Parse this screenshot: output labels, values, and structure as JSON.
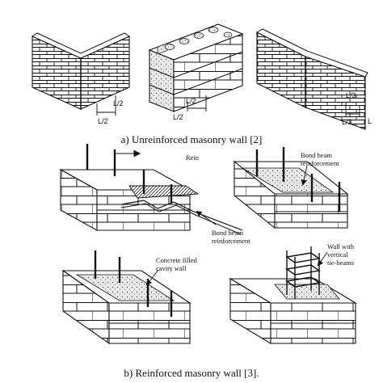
{
  "unreinforced": {
    "caption": "a) Unreinforced masonry wall [2]",
    "walls": [
      {
        "dim": "L/2"
      },
      {
        "dim": "L/2"
      },
      {
        "dim": "L/3",
        "dim2": "L"
      }
    ]
  },
  "reinforced": {
    "caption": "b) Reinforced masonry wall [3].",
    "labels": {
      "rein": "Rein",
      "bond_beam_1": [
        "Bond beam",
        "reinforcement"
      ],
      "bond_beam_2": [
        "Bond beam",
        "reinforcement"
      ],
      "concrete_filled": [
        "Concrete filled",
        "cavity wall"
      ],
      "wall_tie": [
        "Wall with",
        "vertical",
        "tie-beams"
      ]
    }
  }
}
